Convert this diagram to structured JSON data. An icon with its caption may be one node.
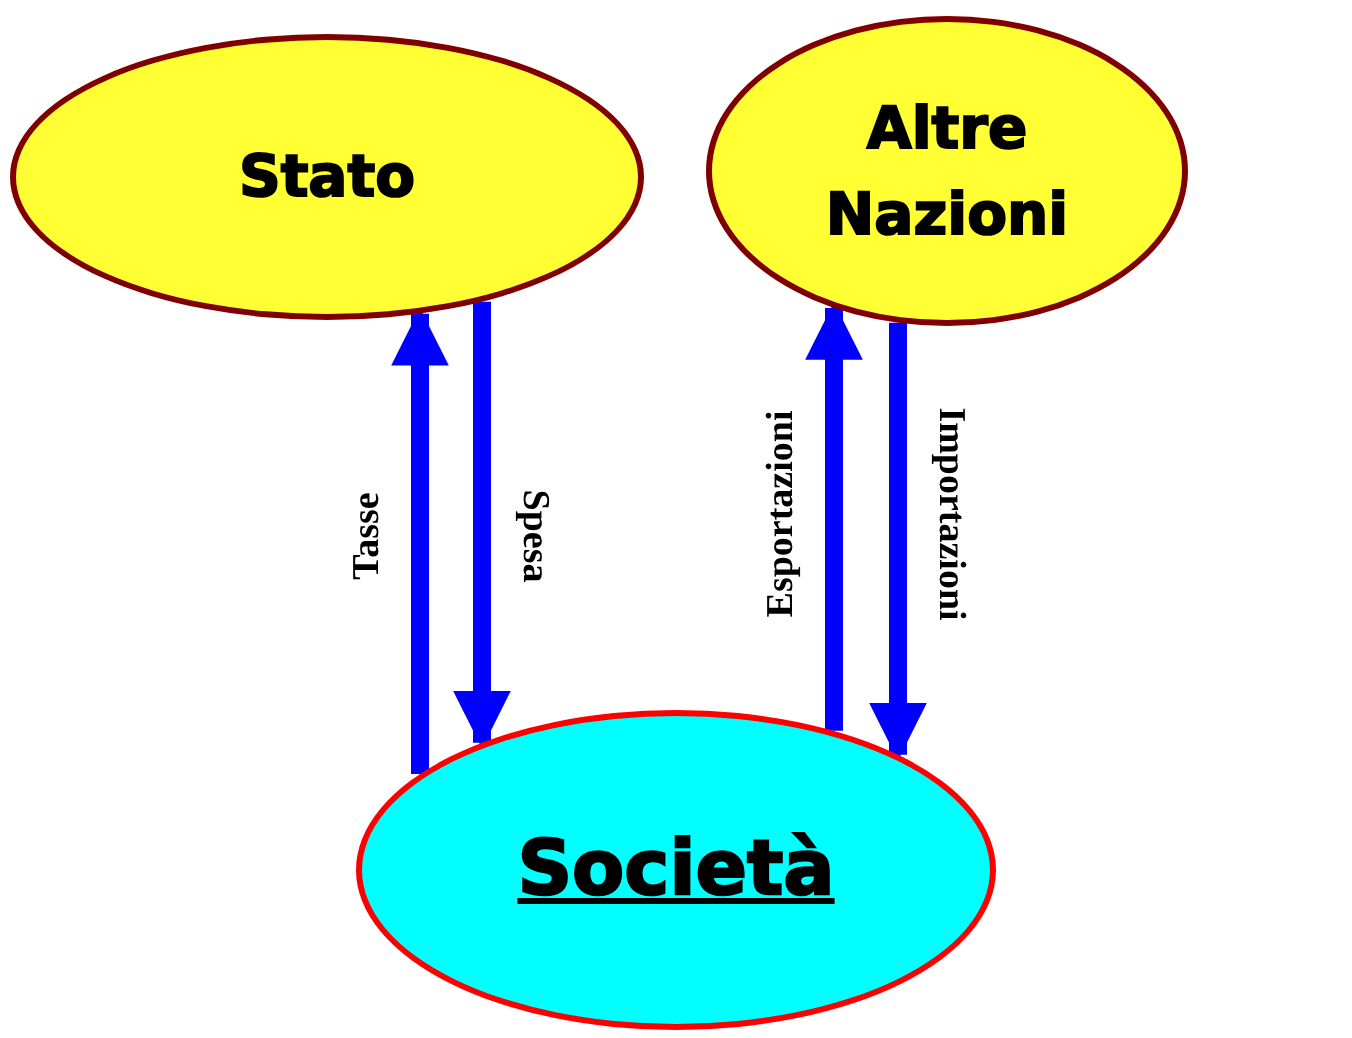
{
  "diagram": {
    "nodes": [
      {
        "text": [
          "Stato"
        ]
      },
      {
        "text": [
          "Altre Nazioni"
        ]
      },
      {
        "text": [
          "Società"
        ]
      }
    ],
    "edges": [
      {
        "from": 2,
        "to": 0,
        "arrow": "to",
        "label": "Tasse"
      },
      {
        "from": 0,
        "to": 2,
        "arrow": "to",
        "label": "Spesa"
      },
      {
        "from": 2,
        "to": 1,
        "arrow": "to",
        "label": "Esportazioni"
      },
      {
        "from": 1,
        "to": 2,
        "arrow": "to",
        "label": "Importazioni"
      }
    ]
  }
}
